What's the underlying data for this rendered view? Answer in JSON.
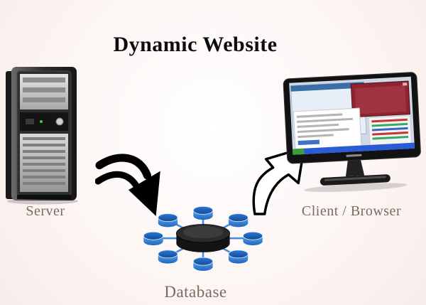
{
  "title": "Dynamic Website",
  "nodes": {
    "server": {
      "label": "Server"
    },
    "database": {
      "label": "Database"
    },
    "client": {
      "label": "Client / Browser"
    }
  },
  "connections": [
    {
      "from": "server",
      "to": "database",
      "arrow_style": "solid-black-curved"
    },
    {
      "from": "database",
      "to": "client",
      "arrow_style": "white-outline-curved"
    }
  ],
  "database_node_count": 8,
  "colors": {
    "background": "#fdf6f4",
    "title_text": "#0d0d0d",
    "label_text": "#7a6b5e",
    "database_blue": "#2e7fd8",
    "database_core": "#141414",
    "arrow_black": "#000000"
  }
}
